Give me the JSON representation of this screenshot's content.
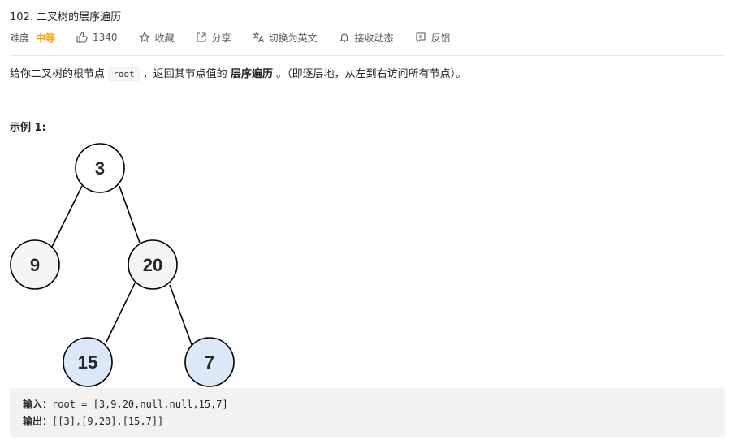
{
  "problem": {
    "title": "102. 二叉树的层序遍历"
  },
  "meta": {
    "difficulty_label": "难度",
    "difficulty_value": "中等",
    "likes": "1340",
    "favorite_label": "收藏",
    "share_label": "分享",
    "translate_label": "切换为英文",
    "subscribe_label": "接收动态",
    "feedback_label": "反馈",
    "difficulty_color": "#ffa116",
    "icons": [
      "thumbs-up-icon",
      "star-icon",
      "share-icon",
      "translate-icon",
      "bell-icon",
      "feedback-icon"
    ]
  },
  "description": {
    "part1": "给你二叉树的根节点",
    "code": "root",
    "part2": "，返回其节点值的",
    "bold": "层序遍历",
    "part3": "。（即逐层地，从左到右访问所有节点）。"
  },
  "example": {
    "title": "示例 1:",
    "input_label": "输入：",
    "input_value": "root = [3,9,20,null,null,15,7]",
    "output_label": "输出：",
    "output_value": "[[3],[9,20],[15,7]]"
  },
  "tree": {
    "nodes": [
      "3",
      "9",
      "20",
      "15",
      "7"
    ],
    "node_fill": "#f5f5f5",
    "leaf_highlight_fill": "#dbe8f8"
  }
}
